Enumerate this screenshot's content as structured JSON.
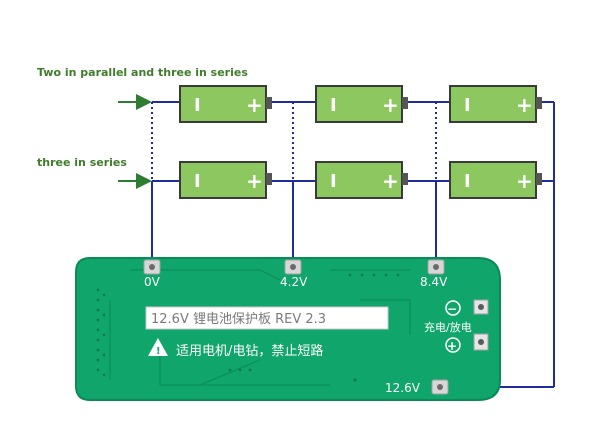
{
  "labels": {
    "row_top": "Two in parallel and three in series",
    "row_bottom": "three in series"
  },
  "board": {
    "title": "12.6V 锂电池保护板 REV 2.3",
    "warning": "适用电机/电钻，禁止短路",
    "charge_discharge": "充电/放电",
    "pad_0v": "0V",
    "pad_42v": "4.2V",
    "pad_84v": "8.4V",
    "pad_126v": "12.6V",
    "minus_sign": "−",
    "plus_sign": "+"
  },
  "battery": {
    "minus": "I",
    "plus": "+"
  },
  "colors": {
    "pcb": "#10a66b",
    "pcb_edge": "#0b8a58",
    "battery_fill": "#8cc760",
    "battery_edge": "#3a3a3a",
    "wire": "#1f2d9c",
    "arrow": "#2e7d32",
    "label": "#3f7d2a"
  }
}
